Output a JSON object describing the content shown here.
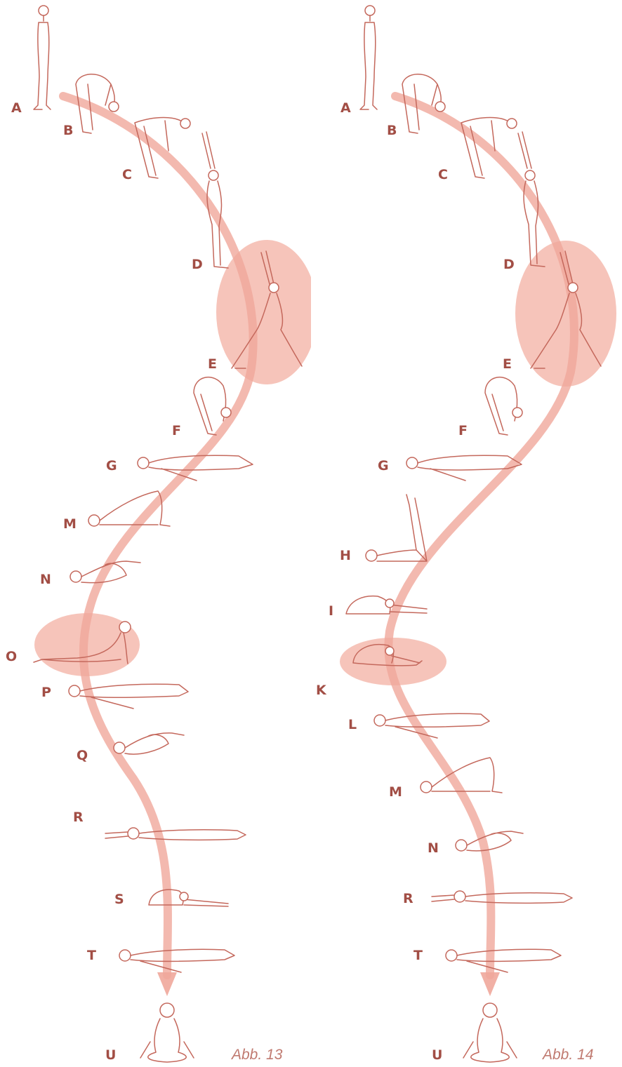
{
  "figures": [
    {
      "caption": "Abb. 13",
      "labels": [
        "A",
        "B",
        "C",
        "D",
        "E",
        "F",
        "G",
        "M",
        "N",
        "O",
        "P",
        "Q",
        "R",
        "S",
        "T",
        "U"
      ],
      "highlighted": [
        "E",
        "O"
      ]
    },
    {
      "caption": "Abb. 14",
      "labels": [
        "A",
        "B",
        "C",
        "D",
        "E",
        "F",
        "G",
        "H",
        "I",
        "K",
        "L",
        "M",
        "N",
        "R",
        "T",
        "U"
      ],
      "highlighted": [
        "E",
        "K"
      ]
    }
  ],
  "colors": {
    "label": "#a24e45",
    "path": "#f0a79b",
    "highlight": "#f6c4ba",
    "figure_line": "#c4685c",
    "caption": "#c07a70"
  }
}
